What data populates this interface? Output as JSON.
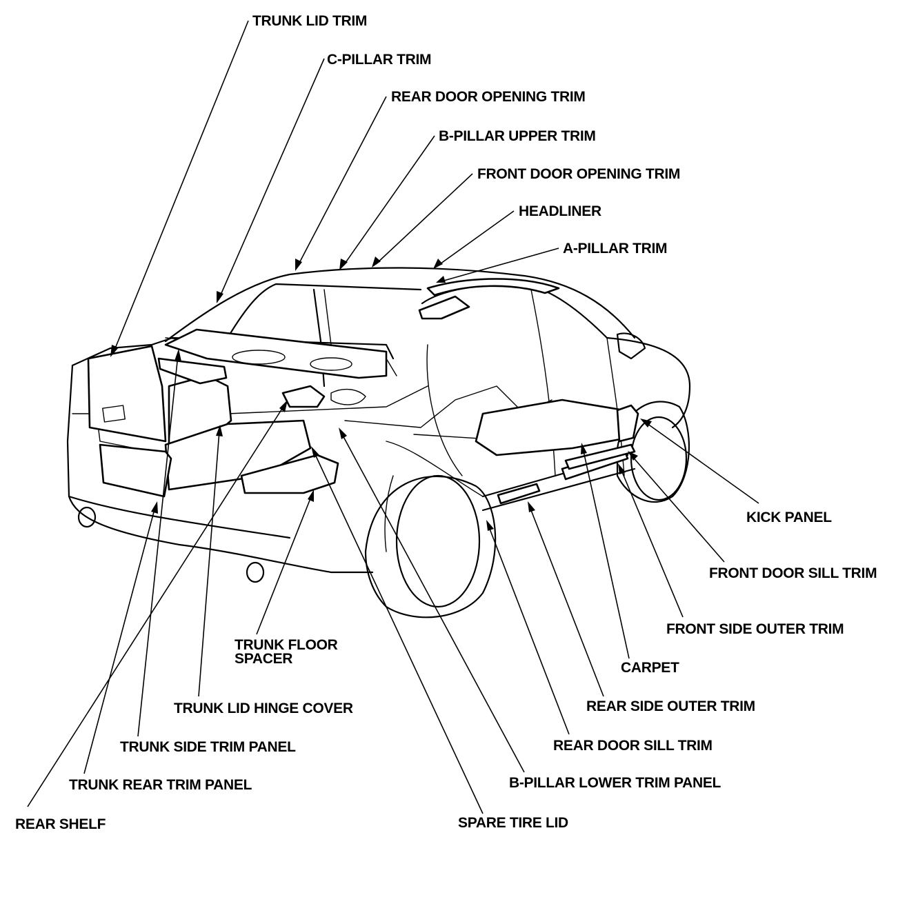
{
  "labels": {
    "trunk_lid_trim": "TRUNK LID TRIM",
    "c_pillar_trim": "C-PILLAR TRIM",
    "rear_door_opening_trim": "REAR DOOR OPENING TRIM",
    "b_pillar_upper_trim": "B-PILLAR UPPER TRIM",
    "front_door_opening_trim": "FRONT DOOR OPENING TRIM",
    "headliner": "HEADLINER",
    "a_pillar_trim": "A-PILLAR TRIM",
    "kick_panel": "KICK PANEL",
    "front_door_sill_trim": "FRONT DOOR SILL TRIM",
    "front_side_outer_trim": "FRONT SIDE OUTER TRIM",
    "carpet": "CARPET",
    "rear_side_outer_trim": "REAR SIDE OUTER TRIM",
    "rear_door_sill_trim": "REAR DOOR SILL TRIM",
    "b_pillar_lower_trim_panel": "B-PILLAR LOWER TRIM PANEL",
    "spare_tire_lid": "SPARE TIRE LID",
    "trunk_floor_spacer_1": "TRUNK FLOOR",
    "trunk_floor_spacer_2": "SPACER",
    "trunk_lid_hinge_cover": "TRUNK LID HINGE COVER",
    "trunk_side_trim_panel": "TRUNK SIDE TRIM PANEL",
    "trunk_rear_trim_panel": "TRUNK REAR TRIM PANEL",
    "rear_shelf": "REAR SHELF"
  },
  "colors": {
    "ink": "#000000",
    "paper": "#ffffff"
  }
}
